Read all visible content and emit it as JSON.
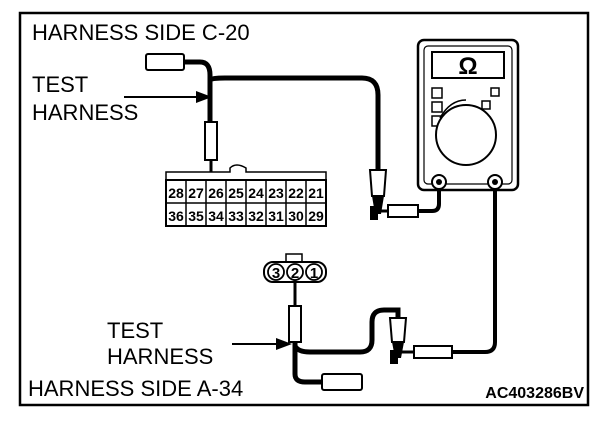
{
  "labels": {
    "harness_side_top": "HARNESS SIDE C-20",
    "test_top_line1": "TEST",
    "test_top_line2": "HARNESS",
    "test_bottom_line1": "TEST",
    "test_bottom_line2": "HARNESS",
    "harness_side_bottom": "HARNESS SIDE A-34",
    "figure_code": "AC403286BV"
  },
  "meter": {
    "symbol": "Ω"
  },
  "connector_c20": {
    "row_top": [
      "28",
      "27",
      "26",
      "25",
      "24",
      "23",
      "22",
      "21"
    ],
    "row_bottom": [
      "36",
      "35",
      "34",
      "33",
      "32",
      "31",
      "30",
      "29"
    ],
    "probed_pin": "26"
  },
  "connector_a34": {
    "pins": [
      "3",
      "2",
      "1"
    ],
    "probed_pin": "2"
  },
  "icons": {
    "meter": "ohmmeter-icon",
    "probe": "test-probe-icon",
    "arrow": "pointer-arrow-icon"
  }
}
